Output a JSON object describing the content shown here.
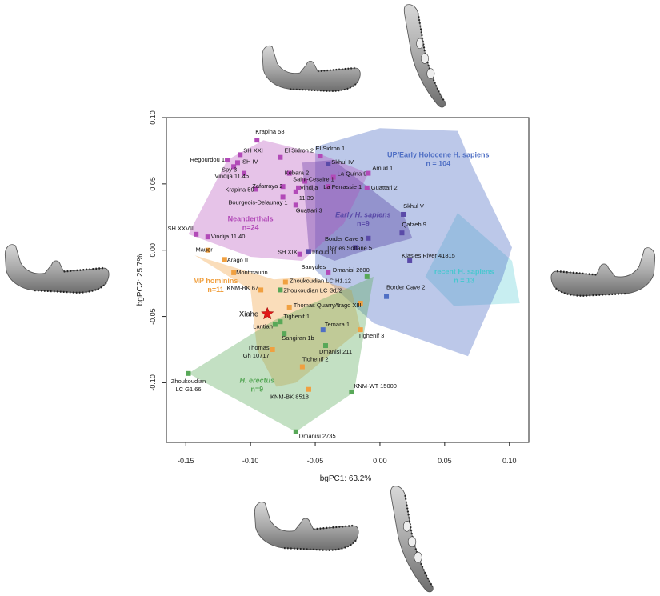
{
  "chart_data": {
    "type": "scatter",
    "xlabel": "bgPC1: 63.2%",
    "ylabel": "bgPC2: 25.7%",
    "xlim": [
      -0.165,
      0.115
    ],
    "ylim": [
      -0.145,
      0.1
    ],
    "xticks": [
      "-0.15",
      "-0.10",
      "-0.05",
      "0.00",
      "0.05",
      "0.10"
    ],
    "xtick_values": [
      -0.15,
      -0.1,
      -0.05,
      0.0,
      0.05,
      0.1
    ],
    "yticks": [
      "-0.10",
      "-0.05",
      "0.00",
      "0.05",
      "0.10"
    ],
    "ytick_values": [
      -0.1,
      -0.05,
      0.0,
      0.05,
      0.1
    ],
    "groups": [
      {
        "id": "recent",
        "label": "recent H. sapiens",
        "n_label": "n = 13",
        "label_at": [
          0.065,
          -0.018
        ],
        "color": "#48c7cf",
        "fill_opacity": 0.3,
        "hull": [
          [
            0.06,
            0.028
          ],
          [
            0.102,
            -0.008
          ],
          [
            0.108,
            -0.04
          ],
          [
            0.057,
            -0.042
          ],
          [
            0.035,
            -0.02
          ]
        ]
      },
      {
        "id": "up",
        "label": "UP/Early Holocene H. sapiens",
        "n_label": "n = 104",
        "label_at": [
          0.045,
          0.07
        ],
        "color": "#4f6fc4",
        "fill_opacity": 0.38,
        "hull": [
          [
            -0.05,
            0.078
          ],
          [
            0.0,
            0.092
          ],
          [
            0.06,
            0.09
          ],
          [
            0.072,
            0.062
          ],
          [
            0.102,
            0.002
          ],
          [
            0.095,
            -0.02
          ],
          [
            0.068,
            -0.08
          ],
          [
            -0.005,
            -0.055
          ],
          [
            -0.05,
            -0.015
          ]
        ]
      },
      {
        "id": "early",
        "label": "Early H. sapiens",
        "n_label": "n=9",
        "label_at": [
          -0.013,
          0.025
        ],
        "color": "#5a4aa8",
        "fill_opacity": 0.42,
        "hull": [
          [
            -0.06,
            0.066
          ],
          [
            -0.036,
            0.068
          ],
          [
            0.018,
            0.027
          ],
          [
            0.025,
            0.009
          ],
          [
            -0.017,
            -0.002
          ],
          [
            -0.035,
            -0.008
          ],
          [
            -0.055,
            0.0
          ]
        ]
      },
      {
        "id": "neand",
        "label": "Neanderthals",
        "n_label": "n=24",
        "label_at": [
          -0.1,
          0.022
        ],
        "color": "#b24ab8",
        "fill_opacity": 0.33,
        "hull": [
          [
            -0.09,
            0.083
          ],
          [
            -0.045,
            0.072
          ],
          [
            -0.009,
            0.058
          ],
          [
            -0.028,
            0.02
          ],
          [
            -0.06,
            -0.008
          ],
          [
            -0.1,
            -0.005
          ],
          [
            -0.148,
            0.012
          ],
          [
            -0.118,
            0.068
          ]
        ]
      },
      {
        "id": "mp",
        "label": "MP hominins",
        "n_label": "n=11",
        "label_at": [
          -0.127,
          -0.025
        ],
        "color": "#f0a040",
        "fill_opacity": 0.36,
        "hull": [
          [
            -0.143,
            -0.004
          ],
          [
            -0.082,
            -0.022
          ],
          [
            -0.055,
            -0.02
          ],
          [
            -0.022,
            -0.03
          ],
          [
            -0.015,
            -0.06
          ],
          [
            -0.065,
            -0.1
          ],
          [
            -0.08,
            -0.103
          ],
          [
            -0.095,
            -0.075
          ],
          [
            -0.1,
            -0.03
          ]
        ]
      },
      {
        "id": "erectus",
        "label": "H. erectus",
        "n_label": "n=9",
        "label_at": [
          -0.095,
          -0.1
        ],
        "color": "#58a858",
        "fill_opacity": 0.36,
        "hull": [
          [
            -0.148,
            -0.093
          ],
          [
            -0.082,
            -0.053
          ],
          [
            -0.005,
            -0.02
          ],
          [
            -0.02,
            -0.107
          ],
          [
            -0.065,
            -0.137
          ]
        ]
      }
    ],
    "points": [
      {
        "label": "Krapina 58",
        "x": -0.095,
        "y": 0.083,
        "group": "neand",
        "anchor": "start",
        "dx": -2,
        "dy": -8
      },
      {
        "label": "El Sidron 2",
        "x": -0.077,
        "y": 0.07,
        "group": "neand",
        "anchor": "start",
        "dx": 5,
        "dy": -6
      },
      {
        "label": "El Sidron 1",
        "x": -0.046,
        "y": 0.071,
        "group": "neand",
        "anchor": "start",
        "dx": -6,
        "dy": -7
      },
      {
        "label": "Regourdou 1",
        "x": -0.118,
        "y": 0.068,
        "group": "neand",
        "anchor": "end",
        "dx": -3,
        "dy": 2
      },
      {
        "label": "SH XXI",
        "x": -0.108,
        "y": 0.072,
        "group": "neand",
        "anchor": "start",
        "dx": 4,
        "dy": -3
      },
      {
        "label": "SH IV",
        "x": -0.11,
        "y": 0.066,
        "group": "neand",
        "anchor": "start",
        "dx": 6,
        "dy": 1
      },
      {
        "label": "Spy 3",
        "x": -0.113,
        "y": 0.063,
        "group": "neand",
        "anchor": "end",
        "dx": 4,
        "dy": 6
      },
      {
        "label": "Vindija 11.45",
        "x": -0.105,
        "y": 0.058,
        "group": "neand",
        "anchor": "end",
        "dx": 6,
        "dy": 6
      },
      {
        "label": "Skhul IV",
        "x": -0.04,
        "y": 0.065,
        "group": "early",
        "anchor": "start",
        "dx": 4,
        "dy": 0
      },
      {
        "label": "Kebara 2",
        "x": -0.07,
        "y": 0.058,
        "group": "neand",
        "anchor": "start",
        "dx": -6,
        "dy": 2
      },
      {
        "label": "La Quina 9",
        "x": -0.036,
        "y": 0.055,
        "group": "neand",
        "anchor": "start",
        "dx": 5,
        "dy": -2
      },
      {
        "label": "Amud 1",
        "x": -0.009,
        "y": 0.058,
        "group": "neand",
        "anchor": "start",
        "dx": 5,
        "dy": -4
      },
      {
        "label": "Saint-Cesaire 1",
        "x": -0.058,
        "y": 0.052,
        "group": "neand",
        "anchor": "start",
        "dx": -15,
        "dy": 0
      },
      {
        "label": "Zafarraya 2",
        "x": -0.075,
        "y": 0.048,
        "group": "neand",
        "anchor": "end",
        "dx": 0,
        "dy": 2
      },
      {
        "label": "Vindija",
        "x": -0.063,
        "y": 0.047,
        "group": "neand",
        "anchor": "start",
        "dx": 2,
        "dy": 2
      },
      {
        "label": "11.39",
        "x": -0.065,
        "y": 0.044,
        "group": "neand",
        "anchor": "start",
        "dx": 4,
        "dy": 10
      },
      {
        "label": "La Ferrassie 1",
        "x": -0.04,
        "y": 0.048,
        "group": "neand",
        "anchor": "start",
        "dx": -6,
        "dy": 3
      },
      {
        "label": "Guattari 2",
        "x": -0.01,
        "y": 0.047,
        "group": "neand",
        "anchor": "start",
        "dx": 5,
        "dy": 2
      },
      {
        "label": "Krapina 59",
        "x": -0.096,
        "y": 0.046,
        "group": "neand",
        "anchor": "end",
        "dx": -2,
        "dy": 3
      },
      {
        "label": "Guattari 3",
        "x": -0.065,
        "y": 0.034,
        "group": "neand",
        "anchor": "start",
        "dx": 0,
        "dy": 9
      },
      {
        "label": "Bourgeois-Delaunay 1",
        "x": -0.075,
        "y": 0.04,
        "group": "neand",
        "anchor": "end",
        "dx": 6,
        "dy": 9
      },
      {
        "label": "Skhul V",
        "x": 0.018,
        "y": 0.027,
        "group": "early",
        "anchor": "start",
        "dx": 0,
        "dy": -8
      },
      {
        "label": "Qafzeh 9",
        "x": 0.017,
        "y": 0.013,
        "group": "early",
        "anchor": "start",
        "dx": 0,
        "dy": -8
      },
      {
        "label": "Border Cave 5",
        "x": -0.009,
        "y": 0.009,
        "group": "early",
        "anchor": "end",
        "dx": -6,
        "dy": 3
      },
      {
        "label": "Dar es Soltane 5",
        "x": -0.019,
        "y": 0.002,
        "group": "early",
        "anchor": "start",
        "dx": -35,
        "dy": 3
      },
      {
        "label": "Klasies River 41815",
        "x": 0.023,
        "y": -0.008,
        "group": "early",
        "anchor": "start",
        "dx": -10,
        "dy": -4
      },
      {
        "label": "SH XXVIII",
        "x": -0.142,
        "y": 0.012,
        "group": "neand",
        "anchor": "end",
        "dx": -2,
        "dy": -5
      },
      {
        "label": "Vindija 11.40",
        "x": -0.133,
        "y": 0.01,
        "group": "neand",
        "anchor": "start",
        "dx": 4,
        "dy": 2
      },
      {
        "label": "Mauer",
        "x": -0.133,
        "y": 0.0,
        "group": "mp",
        "anchor": "end",
        "dx": 6,
        "dy": 2
      },
      {
        "label": "SH XIX",
        "x": -0.062,
        "y": -0.003,
        "group": "neand",
        "anchor": "end",
        "dx": -3,
        "dy": 0
      },
      {
        "label": "Irhoud 11",
        "x": -0.055,
        "y": -0.001,
        "group": "early",
        "anchor": "start",
        "dx": 4,
        "dy": 3
      },
      {
        "label": "Arago II",
        "x": -0.12,
        "y": -0.007,
        "group": "mp",
        "anchor": "start",
        "dx": 3,
        "dy": 3
      },
      {
        "label": "Montmaurin",
        "x": -0.113,
        "y": -0.017,
        "group": "mp",
        "anchor": "start",
        "dx": 3,
        "dy": 2
      },
      {
        "label": "Banyoles",
        "x": -0.04,
        "y": -0.017,
        "group": "neand",
        "anchor": "end",
        "dx": -3,
        "dy": -5
      },
      {
        "label": "Dmanisi 2600",
        "x": -0.01,
        "y": -0.02,
        "group": "erectus",
        "anchor": "end",
        "dx": 3,
        "dy": -6
      },
      {
        "label": "Zhoukoudian LC H1.12",
        "x": -0.073,
        "y": -0.024,
        "group": "mp",
        "anchor": "start",
        "dx": 5,
        "dy": 1
      },
      {
        "label": "KNM-BK 67",
        "x": -0.092,
        "y": -0.03,
        "group": "mp",
        "anchor": "end",
        "dx": -3,
        "dy": 0
      },
      {
        "label": "Zhoukoudian LC G1/2",
        "x": -0.077,
        "y": -0.03,
        "group": "erectus",
        "anchor": "start",
        "dx": 4,
        "dy": 3
      },
      {
        "label": "Border Cave 2",
        "x": 0.005,
        "y": -0.035,
        "group": "up",
        "anchor": "start",
        "dx": 0,
        "dy": -9
      },
      {
        "label": "Thomas Quarry 1",
        "x": -0.07,
        "y": -0.043,
        "group": "mp",
        "anchor": "start",
        "dx": 5,
        "dy": 0
      },
      {
        "label": "Arago XIII",
        "x": -0.015,
        "y": -0.04,
        "group": "mp",
        "anchor": "end",
        "dx": 1,
        "dy": 5
      },
      {
        "label": "Tighenif 1",
        "x": -0.077,
        "y": -0.054,
        "group": "erectus",
        "anchor": "start",
        "dx": 4,
        "dy": -4
      },
      {
        "label": "Lantian",
        "x": -0.081,
        "y": -0.056,
        "group": "erectus",
        "anchor": "end",
        "dx": -3,
        "dy": 5
      },
      {
        "label": "Temara 1",
        "x": -0.044,
        "y": -0.06,
        "group": "up",
        "anchor": "start",
        "dx": 2,
        "dy": -4
      },
      {
        "label": "Sangiran 1b",
        "x": -0.074,
        "y": -0.063,
        "group": "erectus",
        "anchor": "start",
        "dx": -3,
        "dy": 8
      },
      {
        "label": "Tighenif 3",
        "x": -0.015,
        "y": -0.06,
        "group": "mp",
        "anchor": "start",
        "dx": -3,
        "dy": 10
      },
      {
        "label": "Dmanisi 211",
        "x": -0.042,
        "y": -0.072,
        "group": "erectus",
        "anchor": "start",
        "dx": -8,
        "dy": 10
      },
      {
        "label": "Thomas",
        "x": -0.083,
        "y": -0.075,
        "group": "mp",
        "anchor": "end",
        "dx": -4,
        "dy": 0
      },
      {
        "label": "Gh 10717",
        "x": -0.083,
        "y": -0.075,
        "group": "mp",
        "anchor": "end",
        "dx": -4,
        "dy": 10
      },
      {
        "label": "Tighenif 2",
        "x": -0.06,
        "y": -0.088,
        "group": "mp",
        "anchor": "start",
        "dx": 0,
        "dy": -7
      },
      {
        "label": "Zhoukoudian",
        "x": -0.148,
        "y": -0.093,
        "group": "erectus",
        "anchor": "middle",
        "dx": 0,
        "dy": 12
      },
      {
        "label": "LC G1.66",
        "x": -0.148,
        "y": -0.093,
        "group": "erectus",
        "anchor": "middle",
        "dx": 0,
        "dy": 22
      },
      {
        "label": "KNM-WT 15000",
        "x": -0.022,
        "y": -0.107,
        "group": "erectus",
        "anchor": "start",
        "dx": 3,
        "dy": -5
      },
      {
        "label": "KNM-BK 8518",
        "x": -0.055,
        "y": -0.105,
        "group": "mp",
        "anchor": "end",
        "dx": 0,
        "dy": 12
      },
      {
        "label": "Dmanisi 2735",
        "x": -0.065,
        "y": -0.137,
        "group": "erectus",
        "anchor": "start",
        "dx": 4,
        "dy": 8
      }
    ],
    "highlight": {
      "label": "Xiahe",
      "x": -0.087,
      "y": -0.048,
      "color": "#e01818"
    }
  },
  "mandibles": [
    {
      "id": "top-left",
      "icon": "mandible-lateral-icon"
    },
    {
      "id": "top-right",
      "icon": "mandible-occlusal-icon"
    },
    {
      "id": "left",
      "icon": "mandible-lateral-icon"
    },
    {
      "id": "right",
      "icon": "mandible-lateral-icon"
    },
    {
      "id": "bottom-left",
      "icon": "mandible-lateral-icon"
    },
    {
      "id": "bottom-right",
      "icon": "mandible-occlusal-icon"
    }
  ]
}
